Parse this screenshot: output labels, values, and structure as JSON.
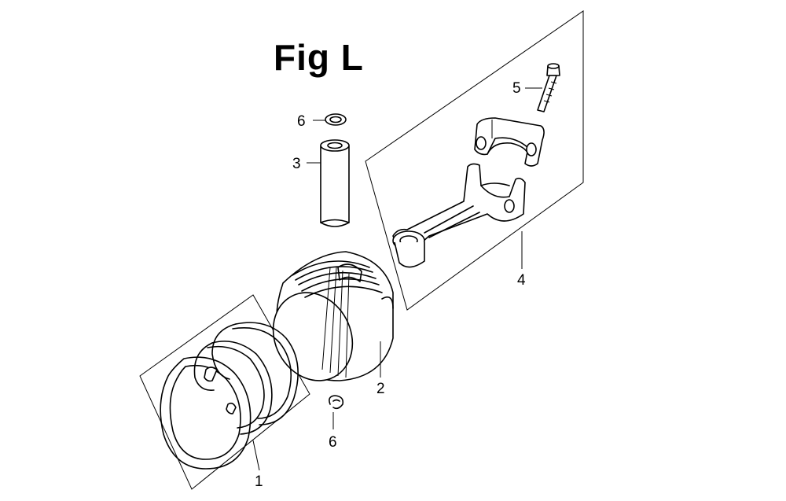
{
  "figure": {
    "title": "Fig L",
    "callouts": {
      "rings": "1",
      "piston": "2",
      "pin": "3",
      "rod_assembly": "4",
      "bolt": "5",
      "clip_top": "6",
      "clip_bottom": "6"
    }
  }
}
